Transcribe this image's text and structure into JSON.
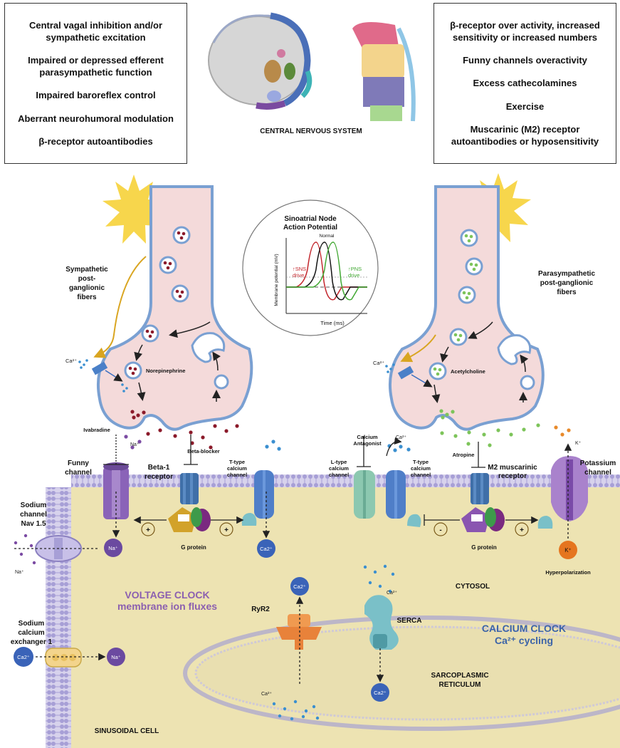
{
  "left_box": [
    "Central vagal inhibition and/or sympathetic excitation",
    "Impaired or depressed efferent parasympathetic function",
    "Impaired baroreflex control",
    "Aberrant neurohumoral modulation",
    "β-receptor autoantibodies"
  ],
  "right_box": [
    "β-receptor over activity, increased sensitivity or increased numbers",
    "Funny channels overactivity",
    "Excess cathecolamines",
    "Exercise",
    "Muscarinic (M2) receptor autoantibodies  or hyposensitivity"
  ],
  "cns_label": "CENTRAL NERVOUS SYSTEM",
  "sympathetic": {
    "fiber_label": [
      "Sympathetic",
      "post-",
      "ganglionic",
      "fibers"
    ],
    "ca": "Ca²⁺",
    "transmitter": "Norepinephrine"
  },
  "parasympathetic": {
    "fiber_label": [
      "Parasympathetic",
      "post-ganglionic",
      "fibers"
    ],
    "ca": "Ca²⁺",
    "transmitter": "Acetylcholine"
  },
  "action_potential": {
    "title": [
      "Sinoatrial Node",
      "Action Potential"
    ],
    "normal": "Normal",
    "sns": [
      "↑SNS",
      "drive"
    ],
    "pns": [
      "↑PNS",
      "drive"
    ],
    "ylabel": "Membrane potential (mV)",
    "xlabel": "Time (ms)"
  },
  "membrane": {
    "ivabradine": "Ivabradine",
    "na_top": "Na⁺",
    "funny": [
      "Funny",
      "channel"
    ],
    "beta_blocker": "Beta-blocker",
    "beta1": [
      "Beta-1",
      "receptor"
    ],
    "ttype_left": [
      "T-type",
      "calcium",
      "channel"
    ],
    "calcium_antagonist": [
      "Calcium",
      "Antagonist"
    ],
    "ca_top": "Ca²⁺",
    "ltype": [
      "L-type",
      "calcium",
      "channel"
    ],
    "ttype_right": [
      "T-type",
      "calcium",
      "channel"
    ],
    "atropine": "Atropine",
    "m2": [
      "M2 muscarinic",
      "receptor"
    ],
    "k_top": "K⁺",
    "potassium": [
      "Potassium",
      "channel"
    ]
  },
  "cell": {
    "sodium_channel": [
      "Sodium",
      "channel",
      "Nav 1.5"
    ],
    "na_ion": "Na⁺",
    "na_small": "Na⁺",
    "g_protein_left": "G protein",
    "g_protein_right": "G protein",
    "ca_ion": "Ca2⁺",
    "k_ion": "K⁺",
    "hyperpolarization": "Hyperpolarization",
    "plus": "+",
    "minus": "-",
    "voltage_clock": [
      "VOLTAGE CLOCK",
      "membrane ion fluxes"
    ],
    "cytosol": "CYTOSOL",
    "ryr2": "RyR2",
    "serca": "SERCA",
    "ca_small": "Ca²⁺",
    "calcium_clock": [
      "CALCIUM CLOCK",
      "Ca²⁺ cycling"
    ],
    "ncx": [
      "Sodium",
      "calcium",
      "exchanger 1"
    ],
    "sr": [
      "SARCOPLASMIC",
      "RETICULUM"
    ],
    "sinusoidal": "SINUSOIDAL CELL"
  },
  "colors": {
    "cytosol": "#ede3b2",
    "axon": "#f4dada",
    "axon_border": "#7aa0d2",
    "membrane": "#b9b2dc",
    "voltage_clock": "#8b5fb0",
    "calcium_clock": "#3b63a8"
  }
}
